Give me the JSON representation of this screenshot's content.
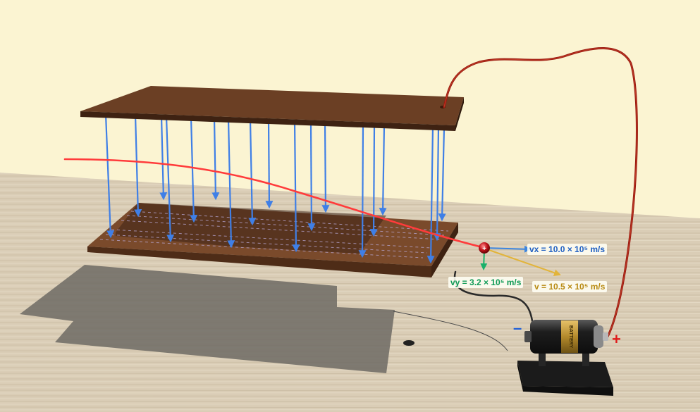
{
  "labels": {
    "vx": "vx = 10.0 × 10⁵ m/s",
    "vy": "vy = 3.2 × 10⁵ m/s",
    "v": "v = 10.5 × 10⁵ m/s"
  },
  "battery": {
    "negative_sign": "–",
    "positive_sign": "+",
    "brand_text": "BATTERY"
  },
  "colors": {
    "background": "#fbf4d2",
    "floor": "#d9ccb5",
    "plate": "#6b3f24",
    "field_arrow": "#3f7fe6",
    "trajectory": "#ff3b3b",
    "vx_arrow": "#3d86e0",
    "vy_arrow": "#19b06a",
    "v_arrow": "#e2b43a",
    "wire_positive": "#9a1a10",
    "wire_negative": "#2a2a2a"
  }
}
